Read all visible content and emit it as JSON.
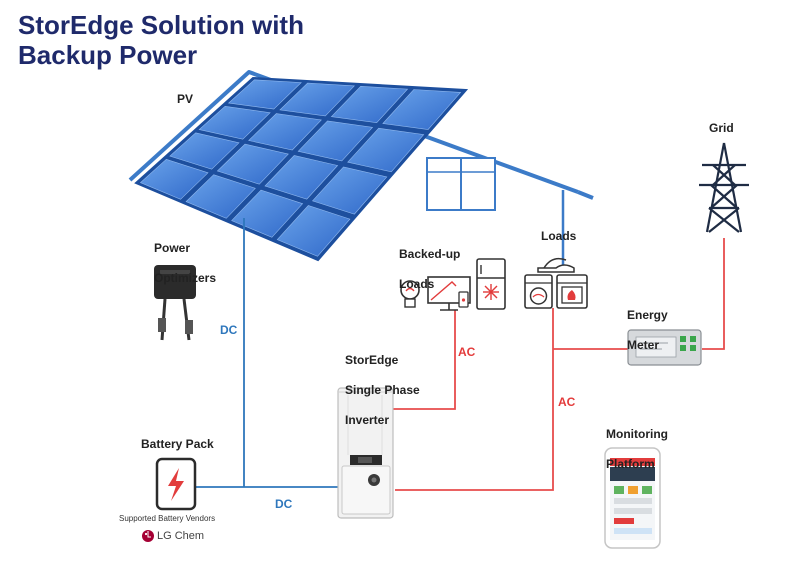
{
  "title_line1": "StorEdge Solution with",
  "title_line2": "Backup Power",
  "labels": {
    "pv": "PV",
    "grid": "Grid",
    "power_optimizers_1": "Power",
    "power_optimizers_2": "Optimizers",
    "backed_up_loads_1": "Backed-up",
    "backed_up_loads_2": "Loads",
    "loads": "Loads",
    "energy_meter_1": "Energy",
    "energy_meter_2": "Meter",
    "inverter_1": "StorEdge",
    "inverter_2": "Single Phase",
    "inverter_3": "Inverter",
    "monitoring_1": "Monitoring",
    "monitoring_2": "Platform",
    "battery_pack": "Battery Pack",
    "supported_vendors": "Supported Battery Vendors",
    "vendor": "LG Chem"
  },
  "connections": {
    "dc_vertical": "DC",
    "dc_horizontal": "DC",
    "ac_backup": "AC",
    "ac_grid": "AC"
  },
  "colors": {
    "title": "#1f2a6b",
    "dc": "#2e77bc",
    "ac": "#e33b3b",
    "panel": "#3b78d8"
  },
  "icons": [
    "solar-panel-icon",
    "power-optimizer-icon",
    "battery-icon",
    "inverter-icon",
    "lightbulb-icon",
    "monitor-icon",
    "fridge-icon",
    "washing-machine-icon",
    "oven-icon",
    "iron-icon",
    "energy-meter-icon",
    "transmission-tower-icon",
    "smartphone-icon",
    "lg-logo-icon"
  ]
}
